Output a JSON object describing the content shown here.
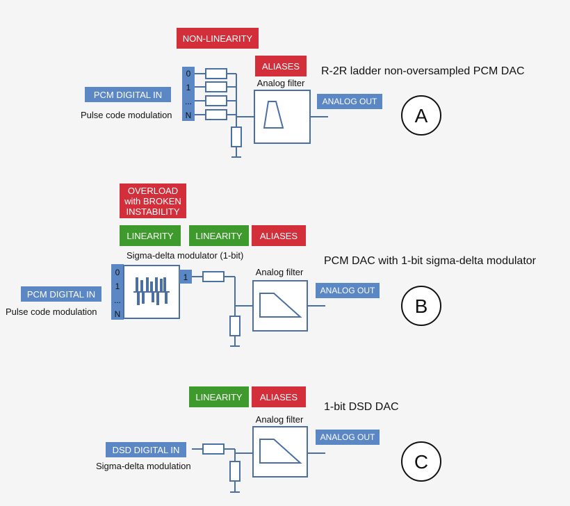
{
  "colors": {
    "wire": "#4a6fa5",
    "red_badge": "#d32f3a",
    "green_badge": "#3f9a2e",
    "blue_badge": "#5b87c5",
    "background": "#f5f5f6"
  },
  "section_a": {
    "title": "R-2R ladder non-oversampled PCM DAC",
    "letter": "A",
    "badge_nonlinearity": "NON-LINEARITY",
    "badge_aliases": "ALIASES",
    "input_label": "PCM DIGITAL IN",
    "input_sub": "Pulse code modulation",
    "bits": [
      "0",
      "1",
      "...",
      "N"
    ],
    "filter_label": "Analog filter",
    "output_label": "ANALOG OUT"
  },
  "section_b": {
    "title": "PCM DAC with 1-bit sigma-delta modulator",
    "letter": "B",
    "badge_overload": [
      "OVERLOAD",
      "with BROKEN",
      "INSTABILITY"
    ],
    "badge_linearity_1": "LINEARITY",
    "badge_linearity_2": "LINEARITY",
    "badge_aliases": "ALIASES",
    "modulator_label": "Sigma-delta modulator (1-bit)",
    "input_label": "PCM DIGITAL IN",
    "input_sub": "Pulse code modulation",
    "bits": [
      "0",
      "1",
      "...",
      "N"
    ],
    "modulator_output_bit": "1",
    "filter_label": "Analog filter",
    "output_label": "ANALOG OUT"
  },
  "section_c": {
    "title": "1-bit DSD DAC",
    "letter": "C",
    "badge_linearity": "LINEARITY",
    "badge_aliases": "ALIASES",
    "input_label": "DSD DIGITAL IN",
    "input_sub": "Sigma-delta modulation",
    "filter_label": "Analog filter",
    "output_label": "ANALOG OUT"
  }
}
